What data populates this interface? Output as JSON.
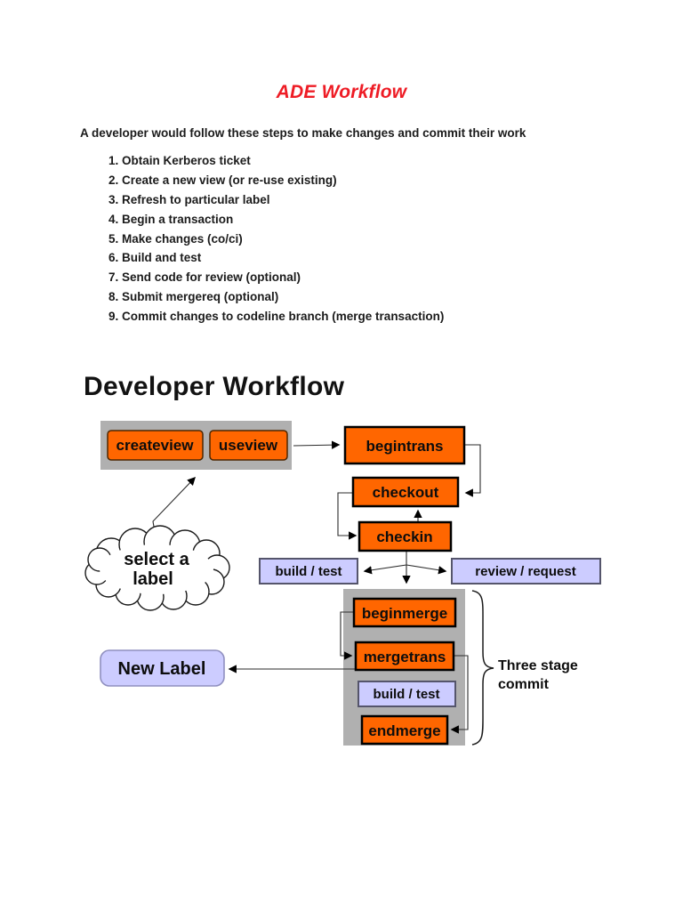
{
  "page": {
    "title": "ADE Workflow",
    "subtitle": "A developer would follow these steps to make changes and commit their work",
    "steps": [
      "Obtain Kerberos ticket",
      "Create a new view (or re-use existing)",
      "Refresh to particular label",
      "Begin a transaction",
      "Make changes (co/ci)",
      "Build and test",
      "Send code for review (optional)",
      "Submit mergereq (optional)",
      "Commit changes to codeline branch (merge transaction)"
    ],
    "diagram_heading": "Developer Workflow"
  },
  "diagram": {
    "colors": {
      "box_orange": "#ff6600",
      "box_lavender": "#ccccff",
      "container_gray": "#b0b0b0",
      "title_red": "#ee1c25",
      "cloud_fill": "#ffffff"
    },
    "nodes": {
      "createview": "createview",
      "useview": "useview",
      "begintrans": "begintrans",
      "checkout": "checkout",
      "checkin": "checkin",
      "build_test_left": "build / test",
      "review_request": "review / request",
      "beginmerge": "beginmerge",
      "mergetrans": "mergetrans",
      "build_test_inner": "build / test",
      "endmerge": "endmerge",
      "new_label": "New Label",
      "cloud_line1": "select a",
      "cloud_line2": "label",
      "brace_line1": "Three stage",
      "brace_line2": "commit"
    },
    "flow": [
      "select a label -> createview/useview",
      "createview/useview -> begintrans",
      "begintrans -> checkout",
      "checkout -> checkin",
      "checkin -> checkout",
      "checkin -> build / test",
      "checkin -> review / request",
      "checkin -> three-stage-commit group",
      "beginmerge -> mergetrans",
      "mergetrans -> endmerge",
      "mergetrans -> New Label"
    ]
  }
}
